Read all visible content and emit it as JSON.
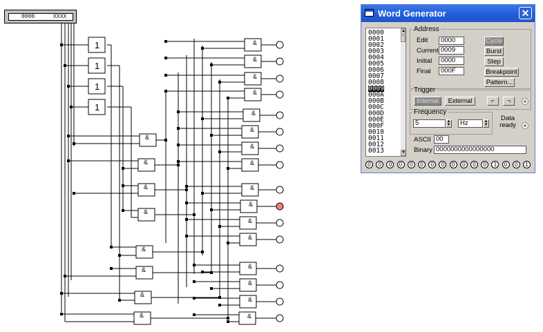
{
  "word_generator_component": {
    "left_value": "0000",
    "right_value": "XXXX"
  },
  "window": {
    "title": "Word Generator",
    "addresses": [
      "0000",
      "0001",
      "0002",
      "0003",
      "0004",
      "0005",
      "0006",
      "0007",
      "0008",
      "0009",
      "000A",
      "000B",
      "000C",
      "000D",
      "000E",
      "000F",
      "0010",
      "0011",
      "0012",
      "0013"
    ],
    "selected_address": "0009",
    "address_section": {
      "legend": "Address",
      "edit_label": "Edit",
      "edit_value": "0000",
      "current_label": "Current",
      "current_value": "0009",
      "initial_label": "Initial",
      "initial_value": "0000",
      "final_label": "Final",
      "final_value": "000F"
    },
    "buttons": {
      "cycle": "Cycle",
      "burst": "Burst",
      "step": "Step",
      "breakpoint": "Breakpoint",
      "pattern": "Pattern..."
    },
    "trigger": {
      "legend": "Trigger",
      "internal": "Internal",
      "external": "External"
    },
    "frequency": {
      "legend": "Frequency",
      "value": "5",
      "unit": "Hz",
      "data_ready": "Data ready"
    },
    "ascii": {
      "label": "ASCII",
      "value": "00"
    },
    "binary": {
      "label": "Binary",
      "value": "0000000000000000"
    },
    "bit_indicators": [
      "0",
      "0",
      "0",
      "0",
      "0",
      "0",
      "0",
      "0",
      "0",
      "0",
      "0",
      "0",
      "1",
      "0",
      "0",
      "1"
    ]
  },
  "colors": {
    "title_bar": "#1f5bd8",
    "active_probe": "#f08080",
    "window_bg": "#d4d0c8"
  }
}
